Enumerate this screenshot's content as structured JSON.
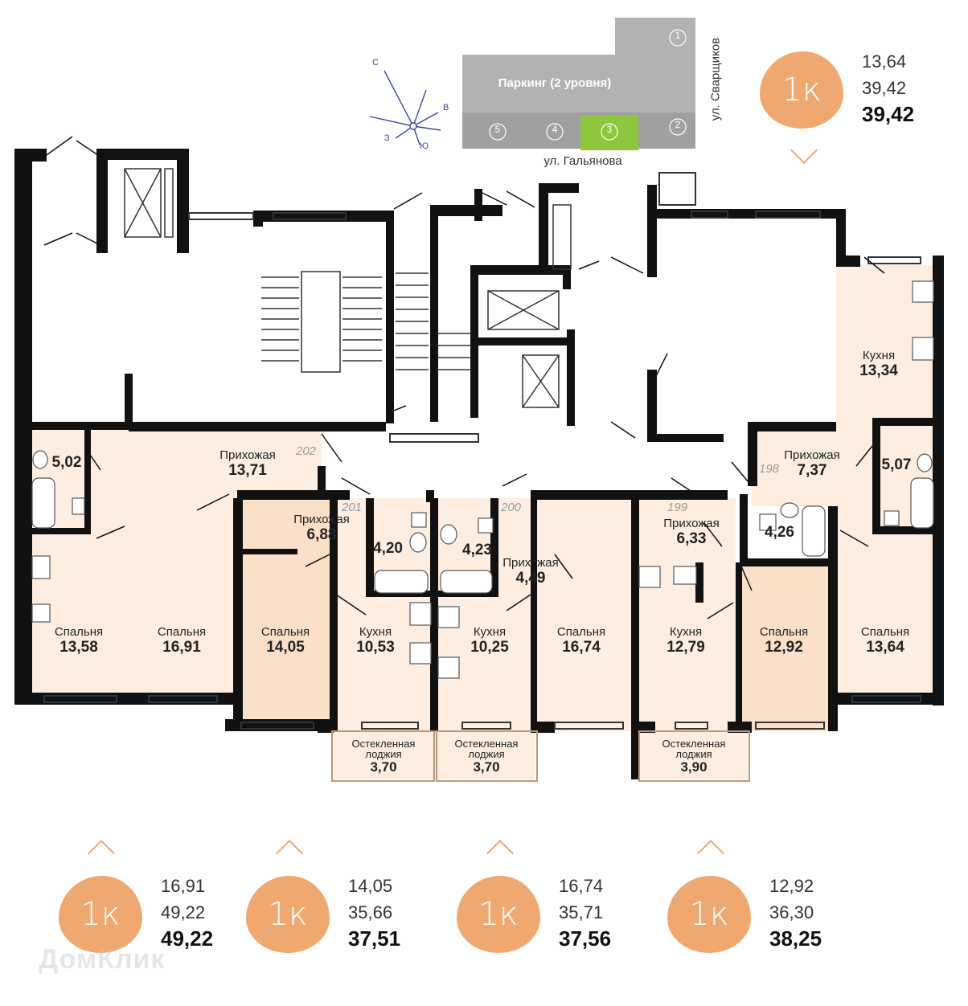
{
  "site_plan": {
    "parking": "Паркинг (2 уровня)",
    "street_bottom": "ул. Гальянова",
    "street_right": "ул. Сварщиков",
    "sections": [
      "1",
      "2",
      "3",
      "4",
      "5"
    ],
    "highlight_section": "3",
    "highlight_color": "#8dc63f"
  },
  "compass": {
    "n": "С",
    "e": "В",
    "s": "Ю",
    "w": "З"
  },
  "rooms": {
    "r1": {
      "name": "Кухня",
      "area": "13,34"
    },
    "r2": {
      "name": "Прихожая",
      "area": "13,71"
    },
    "r3": {
      "area": "5,02"
    },
    "r4": {
      "name": "Прихожая",
      "area": "7,37"
    },
    "r5": {
      "area": "5,07"
    },
    "r6": {
      "name": "Прихожая",
      "area": "6,88"
    },
    "r7": {
      "area": "4,20"
    },
    "r8": {
      "area": "4,23"
    },
    "r9": {
      "name": "Прихожая",
      "area": "4,49"
    },
    "r10": {
      "name": "Прихожая",
      "area": "6,33"
    },
    "r11": {
      "area": "4,26"
    },
    "r12": {
      "name": "Спальня",
      "area": "13,58"
    },
    "r13": {
      "name": "Спальня",
      "area": "16,91"
    },
    "r14": {
      "name": "Спальня",
      "area": "14,05"
    },
    "r15": {
      "name": "Кухня",
      "area": "10,53"
    },
    "r16": {
      "name": "Кухня",
      "area": "10,25"
    },
    "r17": {
      "name": "Спальня",
      "area": "16,74"
    },
    "r18": {
      "name": "Кухня",
      "area": "12,79"
    },
    "r19": {
      "name": "Спальня",
      "area": "12,92"
    },
    "r20": {
      "name": "Спальня",
      "area": "13,64"
    },
    "r21": {
      "name": "Остекленная лоджия",
      "area": "3,70"
    },
    "r22": {
      "name": "Остекленная лоджия",
      "area": "3,70"
    },
    "r23": {
      "name": "Остекленная лоджия",
      "area": "3,90"
    }
  },
  "apartment_numbers": {
    "a202": "202",
    "a201": "201",
    "a200": "200",
    "a199": "199",
    "a198": "198"
  },
  "badges": {
    "top": {
      "label": "1к",
      "living": "13,64",
      "total": "39,42",
      "total_bold": "39,42"
    },
    "b1": {
      "label": "1к",
      "living": "16,91",
      "total": "49,22",
      "total_bold": "49,22"
    },
    "b2": {
      "label": "1к",
      "living": "14,05",
      "total": "35,66",
      "total_bold": "37,51"
    },
    "b3": {
      "label": "1к",
      "living": "16,74",
      "total": "35,71",
      "total_bold": "37,56"
    },
    "b4": {
      "label": "1к",
      "living": "12,92",
      "total": "36,30",
      "total_bold": "38,25"
    }
  },
  "colors": {
    "accent": "#f0a871",
    "apt_light": "#fdeee1",
    "apt_dark": "#fbe0c8",
    "wall": "#111111"
  },
  "watermark": "ДомКлик"
}
